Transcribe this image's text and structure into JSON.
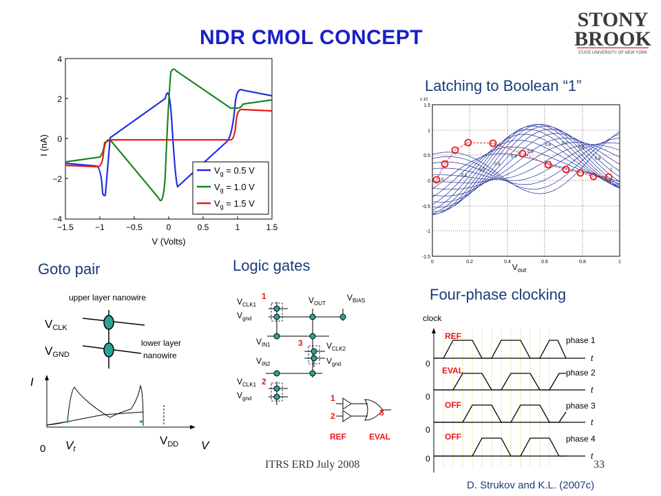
{
  "slide": {
    "title": "NDR CMOL CONCEPT",
    "footer": "ITRS ERD July 2008",
    "page_number": "33",
    "credit": "D. Strukov and K.L. (2007c)"
  },
  "logo": {
    "line1": "STONY",
    "line2": "BROOK",
    "subtitle": "STATE UNIVERSITY OF NEW YORK"
  },
  "iv_plot": {
    "ylabel": "I (nA)",
    "xlabel": "V (Volts)",
    "yticks": [
      "4",
      "2",
      "0",
      "−2",
      "−4"
    ],
    "xticks": [
      "−1.5",
      "−1",
      "−0.5",
      "0",
      "0.5",
      "1",
      "1.5"
    ],
    "legend": [
      {
        "label": "V",
        "sub": "g",
        "rest": " = 0.5 V",
        "color": "#1f2ee0"
      },
      {
        "label": "V",
        "sub": "g",
        "rest": " = 1.0 V",
        "color": "#16861f"
      },
      {
        "label": "V",
        "sub": "g",
        "rest": " = 1.5 V",
        "color": "#e81818"
      }
    ]
  },
  "latching": {
    "heading": "Latching to Boolean “1”",
    "exponent": "x 10",
    "yticks": [
      "1.5",
      "1",
      "0.5",
      "0",
      "-0.5",
      "-1",
      "-1.5"
    ],
    "xticks": [
      "0",
      "0.2",
      "0.4",
      "0.6",
      "0.8",
      "1"
    ],
    "xlabel_main": "V",
    "xlabel_sub": "out",
    "curve_labels": [
      "0",
      "0.1",
      "0.2",
      "0.3",
      "0.4",
      "0.5",
      "0.6",
      "0.7",
      "0.8",
      "0.9",
      "1"
    ]
  },
  "goto_pair": {
    "heading": "Goto pair",
    "upper_label": "upper layer nanowire",
    "lower_label_1": "lower layer",
    "lower_label_2": "nanowire",
    "vclk": "V",
    "vclk_sub": "CLK",
    "vgnd": "V",
    "vgnd_sub": "GND",
    "axis_i": "I",
    "axis_v": "V",
    "origin": "0",
    "vt": "V",
    "vt_sub": "t",
    "vdd": "V",
    "vdd_sub": "DD"
  },
  "logic_gates": {
    "heading": "Logic gates",
    "labels": {
      "vclk1": "V",
      "vclk1_sub": "CLK1",
      "vgnd": "V",
      "vgnd_sub": "gnd",
      "vout": "V",
      "vout_sub": "OUT",
      "vbias": "V",
      "vbias_sub": "BIAS",
      "vin1": "V",
      "vin1_sub": "IN1",
      "vin2": "V",
      "vin2_sub": "IN2",
      "vclk2": "V",
      "vclk2_sub": "CLK2"
    },
    "numbers": [
      "1",
      "3",
      "2"
    ],
    "gate_inputs": [
      "1",
      "2"
    ],
    "gate_number": "3",
    "ref": "REF",
    "eval": "EVAL"
  },
  "clocking": {
    "heading": "Four-phase clocking",
    "clock_label": "clock",
    "phases": [
      {
        "name": "phase 1",
        "tag": "REF"
      },
      {
        "name": "phase 2",
        "tag": "EVAL"
      },
      {
        "name": "phase 3",
        "tag": "OFF"
      },
      {
        "name": "phase 4",
        "tag": "OFF"
      }
    ],
    "zero": "0",
    "t": "t"
  },
  "colors": {
    "title": "#1a1fc8",
    "blue": "#1f2ee0",
    "green": "#16861f",
    "red": "#e81818",
    "teal": "#2aa39a",
    "logo": "#3b3b3b"
  }
}
